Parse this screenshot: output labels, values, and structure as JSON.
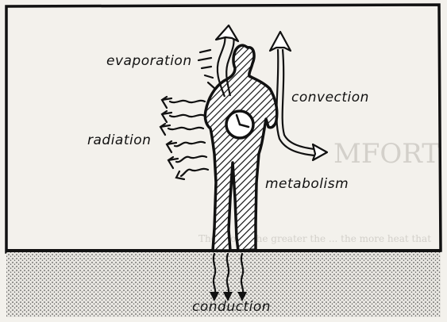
{
  "diagram": {
    "labels": {
      "evaporation": "evaporation",
      "convection": "convection",
      "radiation": "radiation",
      "metabolism": "metabolism",
      "conduction": "conduction"
    },
    "background_bleed": {
      "heading": "MFORT",
      "line1": "Therefore, the greater the ... the more heat that",
      "line2": "..."
    }
  },
  "colors": {
    "paper": "#f3f1ec",
    "ink": "#111111",
    "stipple": "#3a3a3a"
  }
}
